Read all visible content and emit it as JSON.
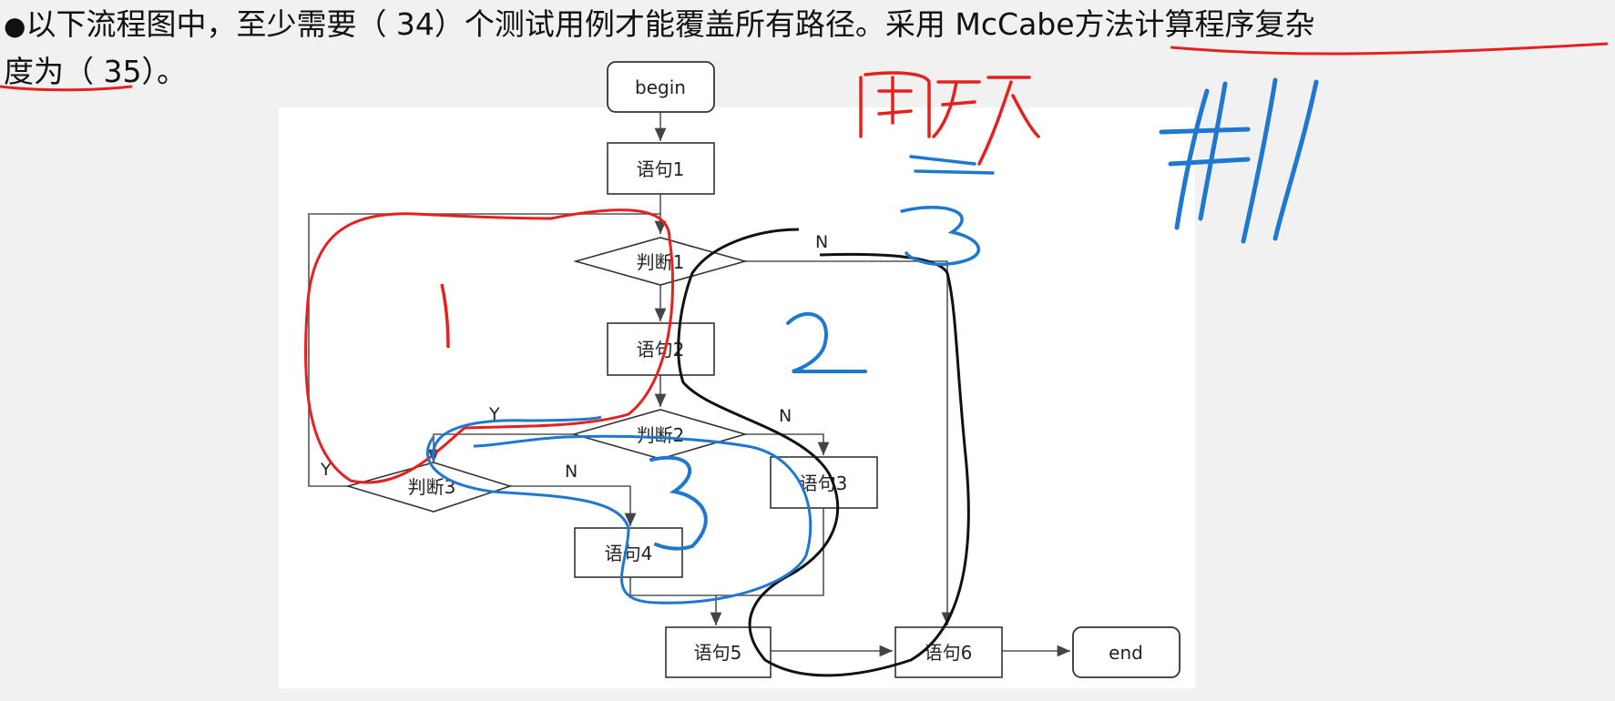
{
  "question": {
    "bullet": "●",
    "text_part1": "以下流程图中，至少需要（ 34）个测试用例才能覆盖所有路径。采用 McCabe方法计算程序复杂",
    "text_part2": "度为（ 35）。"
  },
  "flowchart": {
    "nodes": {
      "begin": "begin",
      "s1": "语句1",
      "d1": "判断1",
      "s2": "语句2",
      "d2": "判断2",
      "d3": "判断3",
      "s3": "语句3",
      "s4": "语句4",
      "s5": "语句5",
      "s6": "语句6",
      "end": "end"
    },
    "edge_labels": {
      "d1_n": "N",
      "d2_y": "Y",
      "d2_n": "N",
      "d3_y": "Y",
      "d3_n": "N"
    }
  },
  "annotations": {
    "region_1": "1",
    "region_2": "2",
    "region_3": "3",
    "closed_loop": "闭环",
    "count": "3",
    "hash": "#"
  },
  "colors": {
    "red_ink": "#e5211d",
    "blue_ink": "#1e78d0",
    "black_ink": "#111111",
    "diagram_bg": "#ffffff",
    "page_bg": "#f1f1f1"
  }
}
